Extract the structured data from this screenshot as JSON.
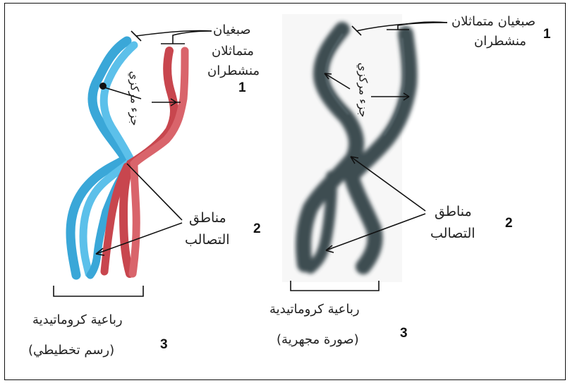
{
  "left_panel": {
    "label_homologs": [
      "صبغيان",
      "متماثلان",
      "منشطران"
    ],
    "num_homologs": "1",
    "label_centromere": "جزء مركزي",
    "label_chiasmata": [
      "مناطق",
      "التصالب"
    ],
    "num_chiasmata": "2",
    "label_tetrad": "رباعية كروماتيدية",
    "num_tetrad": "3",
    "label_caption": "(رسم تخطيطي)"
  },
  "right_panel": {
    "label_homologs": [
      "صبغيان متماثلان",
      "منشطران"
    ],
    "num_homologs": "1",
    "label_centromere": "جزء مركزي",
    "label_chiasmata": [
      "مناطق",
      "التصالب"
    ],
    "num_chiasmata": "2",
    "label_tetrad": "رباعية كروماتيدية",
    "num_tetrad": "3",
    "label_caption": "(صورة مجهرية)"
  },
  "colors": {
    "chromosome_blue": "#3aa7d8",
    "chromosome_red": "#c8464e",
    "micrograph": "#2c3a40"
  }
}
